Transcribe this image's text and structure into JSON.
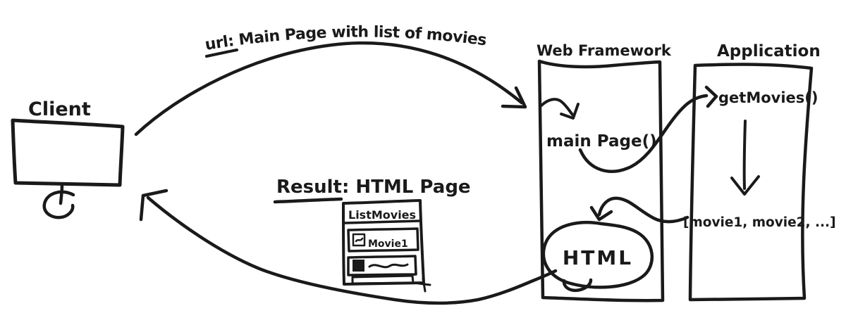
{
  "colors": {
    "ink": "#1a1a1a",
    "paper": "#ffffff"
  },
  "client": {
    "label": "Client"
  },
  "request": {
    "label": "url: Main Page with list of movies"
  },
  "web_framework": {
    "title": "Web Framework",
    "function_label": "main Page()",
    "blob_label": "HTML"
  },
  "application": {
    "title": "Application",
    "function_label": "getMovies()",
    "return_label": "[movie1, movie2, ...]"
  },
  "result": {
    "label": "Result: HTML Page",
    "sketch": {
      "title": "ListMovies",
      "item": "Movie1"
    }
  }
}
